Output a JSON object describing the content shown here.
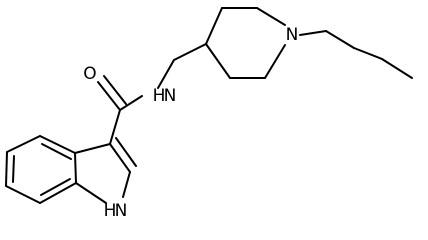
{
  "molecule": {
    "atoms": [
      {
        "id": "O",
        "label": "O"
      },
      {
        "id": "N_amide",
        "label": "N"
      },
      {
        "id": "H_amide",
        "label": "H"
      },
      {
        "id": "N_pip",
        "label": "N"
      },
      {
        "id": "H_indole",
        "label": "H"
      },
      {
        "id": "N_indole",
        "label": "N"
      }
    ]
  },
  "colors": {
    "bond": "#000000",
    "text": "#000000",
    "background": "#ffffff"
  }
}
